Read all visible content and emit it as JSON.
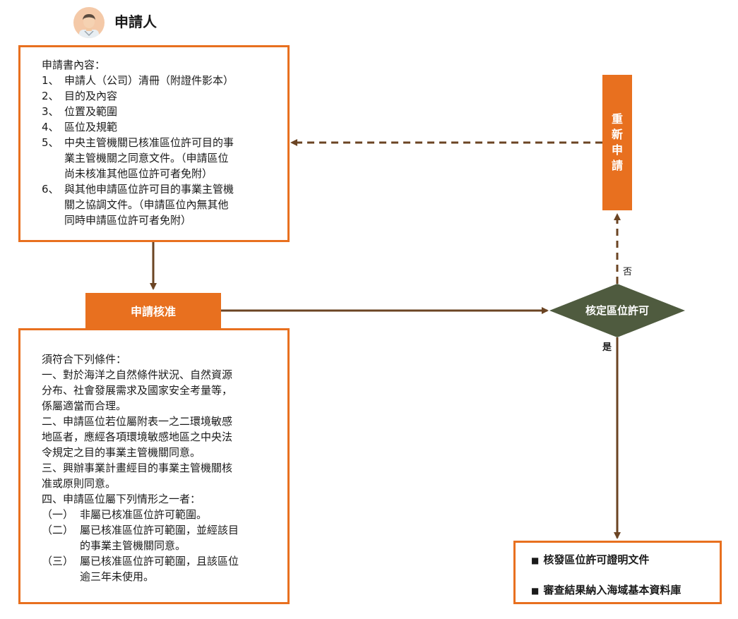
{
  "applicant": {
    "label": "申請人"
  },
  "content_box": {
    "title": "申請書內容：",
    "items": [
      {
        "num": "1、",
        "text": "申請人（公司）清冊（附證件影本）"
      },
      {
        "num": "2、",
        "text": "目的及內容"
      },
      {
        "num": "3、",
        "text": "位置及範圍"
      },
      {
        "num": "4、",
        "text": "區位及規範"
      },
      {
        "num": "5、",
        "lines": [
          "中央主管機關已核准區位許可目的事",
          "業主管機關之同意文件。（申請區位",
          "尚未核准其他區位許可者免附）"
        ]
      },
      {
        "num": "6、",
        "lines": [
          "與其他申請區位許可目的事業主管機",
          "關之協調文件。（申請區位內無其他",
          "同時申請區位許可者免附）"
        ]
      }
    ]
  },
  "approval_bar": {
    "label": "申請核准"
  },
  "conditions_box": {
    "title": "須符合下列條件：",
    "para1": [
      "一、對於海洋之自然條件狀況、自然資源",
      "分布、社會發展需求及國家安全考量等，",
      "係屬適當而合理。"
    ],
    "para2": [
      "二、申請區位若位屬附表一之二環境敏感",
      "地區者，應經各項環境敏感地區之中央法",
      "令規定之目的事業主管機關同意。"
    ],
    "para3": [
      "三、興辦事業計畫經目的事業主管機關核",
      "准或原則同意。"
    ],
    "para4": "四、申請區位屬下列情形之一者：",
    "sub_items": [
      {
        "num": "（一）",
        "lines": [
          "非屬已核准區位許可範圍。"
        ]
      },
      {
        "num": "（二）",
        "lines": [
          "屬已核准區位許可範圍，並經該目",
          "的事業主管機關同意。"
        ]
      },
      {
        "num": "（三）",
        "lines": [
          "屬已核准區位許可範圍，且該區位",
          "逾三年未使用。"
        ]
      }
    ]
  },
  "decision": {
    "label": "核定區位許可",
    "no_label": "否",
    "yes_label": "是"
  },
  "reapply": {
    "chars": [
      "重",
      "新",
      "申",
      "請"
    ]
  },
  "result_box": {
    "bullet": "■",
    "items": [
      "核發區位許可證明文件",
      "審查結果納入海域基本資料庫"
    ]
  },
  "colors": {
    "orange": "#e8701f",
    "brown": "#6b4423",
    "diamond": "#4f5b3f"
  }
}
